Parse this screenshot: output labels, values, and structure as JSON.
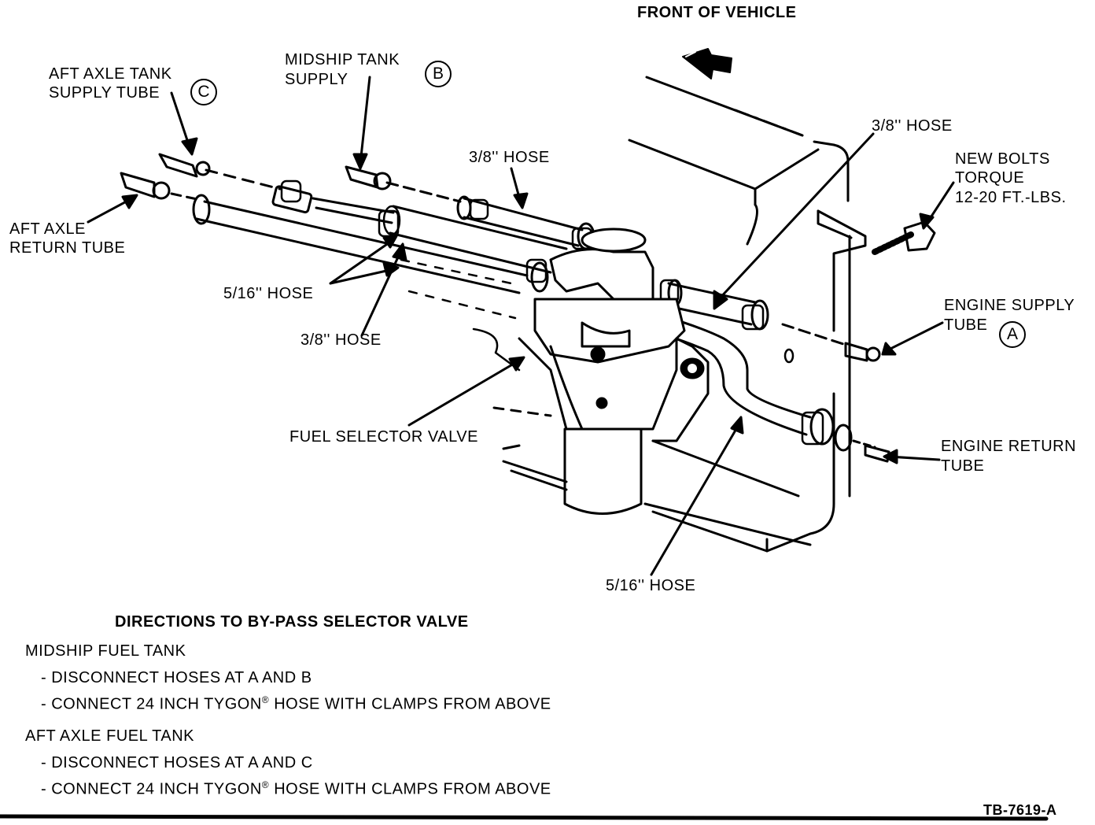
{
  "labels": {
    "front": "FRONT OF VEHICLE",
    "aft_supply_1": "AFT AXLE TANK",
    "aft_supply_2": "SUPPLY TUBE",
    "midship_1": "MIDSHIP TANK",
    "midship_2": "SUPPLY",
    "hose38_top": "3/8'' HOSE",
    "hose38_mid": "3/8'' HOSE",
    "hose38_lower": "3/8'' HOSE",
    "bolts_1": "NEW BOLTS",
    "bolts_2": "TORQUE",
    "bolts_3": "12-20 FT.-LBS.",
    "aft_return_1": "AFT AXLE",
    "aft_return_2": "RETURN TUBE",
    "hose516_left": "5/16'' HOSE",
    "engine_supply_1": "ENGINE SUPPLY",
    "engine_supply_2": "TUBE",
    "fuel_selector": "FUEL SELECTOR VALVE",
    "engine_return_1": "ENGINE RETURN",
    "engine_return_2": "TUBE",
    "hose516_bottom": "5/16'' HOSE",
    "circle_a": "A",
    "circle_b": "B",
    "circle_c": "C"
  },
  "directions": {
    "title": "DIRECTIONS TO BY-PASS SELECTOR VALVE",
    "midship_heading": "MIDSHIP FUEL TANK",
    "midship_step1": "- DISCONNECT HOSES AT A AND B",
    "midship_step2_pre": "- CONNECT 24 INCH TYGON",
    "midship_step2_post": " HOSE WITH CLAMPS FROM ABOVE",
    "aft_heading": "AFT AXLE FUEL TANK",
    "aft_step1": "- DISCONNECT HOSES AT A AND C",
    "aft_step2_pre": "- CONNECT 24 INCH TYGON",
    "aft_step2_post": " HOSE WITH CLAMPS FROM ABOVE",
    "registered": "®"
  },
  "figure_id": "TB-7619-A"
}
